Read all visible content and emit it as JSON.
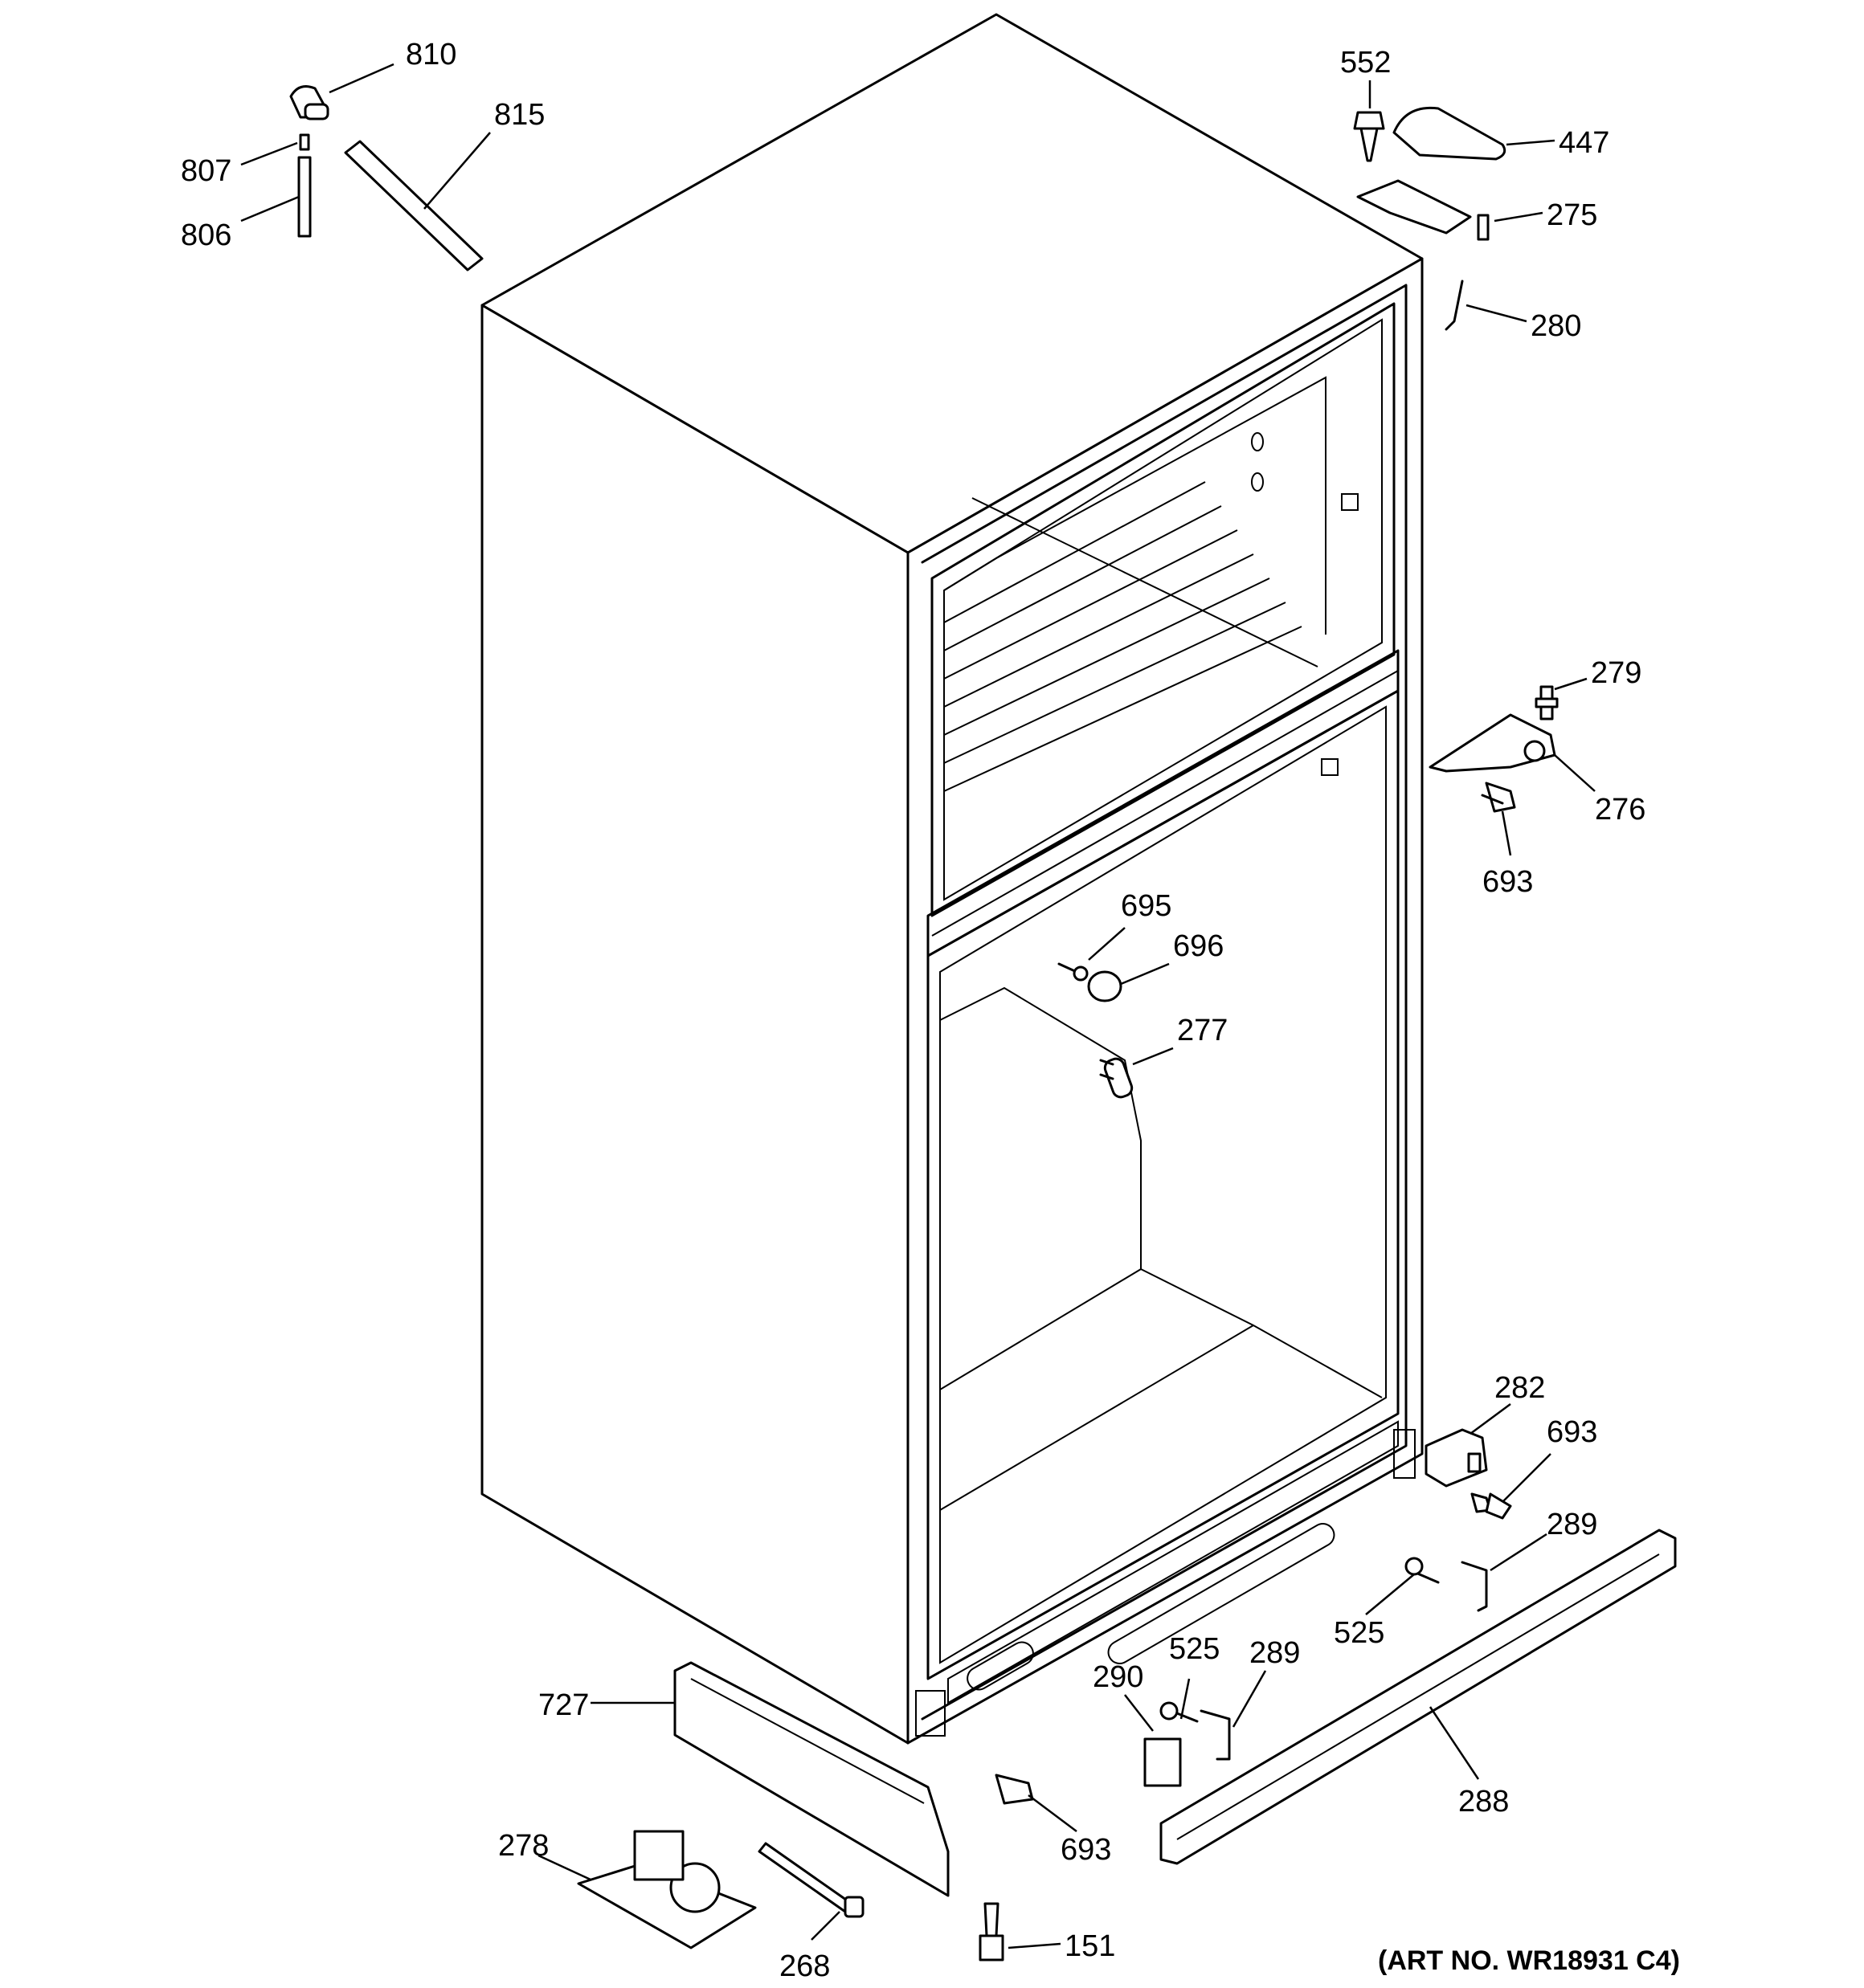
{
  "art_number": "(ART NO. WR18931 C4)",
  "part_labels": {
    "p810": "810",
    "p815": "815",
    "p807": "807",
    "p806": "806",
    "p552": "552",
    "p447": "447",
    "p275": "275",
    "p280": "280",
    "p279": "279",
    "p276": "276",
    "p693a": "693",
    "p695": "695",
    "p696": "696",
    "p277": "277",
    "p282": "282",
    "p693b": "693",
    "p289a": "289",
    "p525a": "525",
    "p290": "290",
    "p525b": "525",
    "p289b": "289",
    "p288": "288",
    "p727": "727",
    "p693c": "693",
    "p278": "278",
    "p268": "268",
    "p151": "151"
  }
}
